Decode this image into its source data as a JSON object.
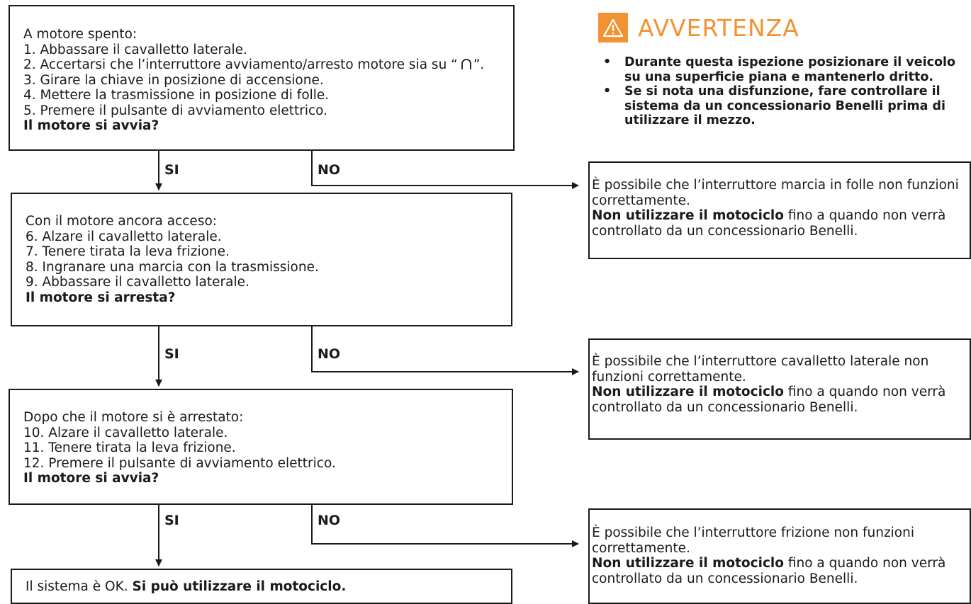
{
  "box1": {
    "lines": [
      "A motore spento:",
      "1. Abbassare il cavalletto laterale.",
      "2. Accertarsi che l’interruttore avviamento/arresto motore sia su “",
      "3. Girare la chiave in posizione di accensione.",
      "4. Mettere la trasmissione in posizione di folle.",
      "5. Premere il pulsante di avviamento elettrico."
    ],
    "line2_suffix": "”.",
    "question": "Il motore si avvia?"
  },
  "box2": {
    "lines": [
      "Con il motore ancora acceso:",
      "6. Alzare il cavalletto laterale.",
      "7. Tenere tirata la leva frizione.",
      "8. Ingranare una marcia con la trasmissione.",
      "9. Abbassare il cavalletto laterale."
    ],
    "question": "Il motore si arresta?"
  },
  "box3": {
    "lines": [
      "Dopo che il motore si è arrestato:",
      "10. Alzare il cavalletto laterale.",
      "11. Tenere tirata la leva frizione.",
      "12. Premere il pulsante di avviamento elettrico."
    ],
    "question": "Il motore si avvia?"
  },
  "box4": {
    "text": "Il sistema è OK.",
    "bold": "Si può utilizzare il motociclo."
  },
  "labels": {
    "yes": "SI",
    "no": "NO"
  },
  "responses": [
    {
      "text": "È possibile che l’interruttore marcia in folle non funzioni correttamente.",
      "bold": "Non utilizzare il motociclo",
      "rest": "fino a quando non verrà controllato da un concessionario Benelli."
    },
    {
      "text": "È possibile che l’interruttore cavalletto laterale non funzioni correttamente.",
      "bold": "Non utilizzare il motociclo",
      "rest": "fino a quando non verrà controllato da un concessionario Benelli."
    },
    {
      "text": "È possibile che l’interruttore frizione non funzioni correttamente.",
      "bold": "Non utilizzare il motociclo",
      "rest": "fino a quando non verrà controllato da un concessionario Benelli."
    }
  ],
  "warning": {
    "icon": "warning-triangle-icon",
    "title": "AVVERTENZA",
    "color": "#f39233",
    "items": [
      "Durante questa ispezione posizionare il veicolo su una superficie piana e mantenerlo dritto.",
      "Se si nota una disfunzione, fare controllare il sistema da un concessionario Benelli prima di utilizzare il mezzo."
    ]
  }
}
